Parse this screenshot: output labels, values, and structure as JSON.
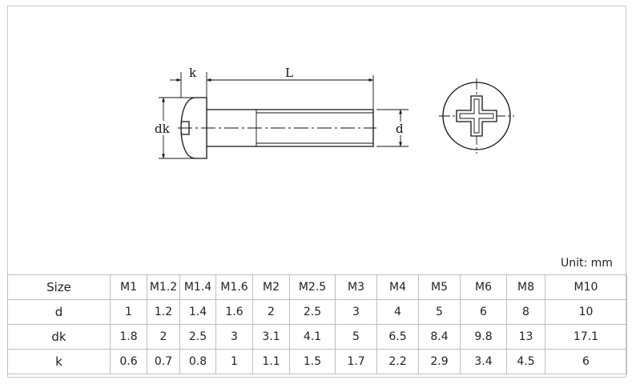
{
  "drawing": {
    "label_k": "k",
    "label_L": "L",
    "label_dk": "dk",
    "label_d": "d",
    "head_type": "pan-head-phillips"
  },
  "unit_label": "Unit: mm",
  "table": {
    "rows": [
      {
        "header": "Size",
        "cells": [
          "M1",
          "M1.2",
          "M1.4",
          "M1.6",
          "M2",
          "M2.5",
          "M3",
          "M4",
          "M5",
          "M6",
          "M8",
          "M10"
        ]
      },
      {
        "header": "d",
        "cells": [
          "1",
          "1.2",
          "1.4",
          "1.6",
          "2",
          "2.5",
          "3",
          "4",
          "5",
          "6",
          "8",
          "10"
        ]
      },
      {
        "header": "dk",
        "cells": [
          "1.8",
          "2",
          "2.5",
          "3",
          "3.1",
          "4.1",
          "5",
          "6.5",
          "8.4",
          "9.8",
          "13",
          "17.1"
        ]
      },
      {
        "header": "k",
        "cells": [
          "0.6",
          "0.7",
          "0.8",
          "1",
          "1.1",
          "1.5",
          "1.7",
          "2.2",
          "2.9",
          "3.4",
          "4.5",
          "6"
        ]
      }
    ]
  }
}
